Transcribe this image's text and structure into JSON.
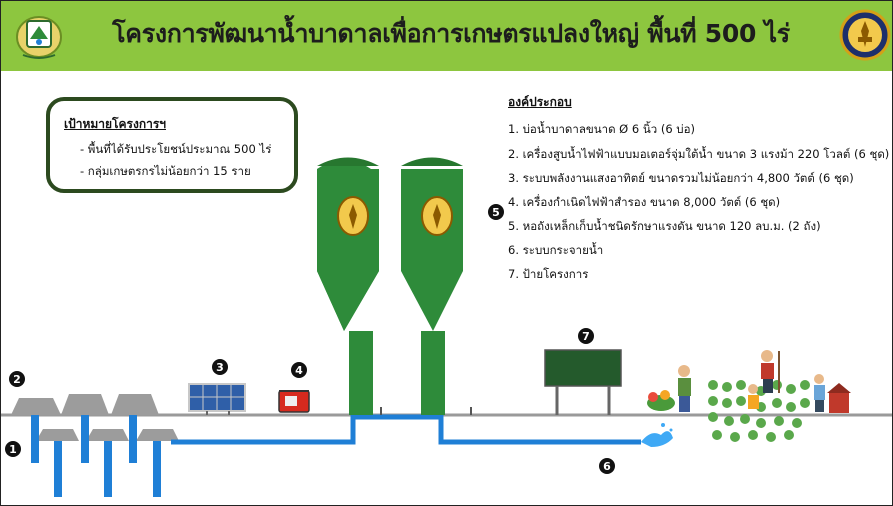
{
  "title": "โครงการพัฒนาน้ำบาดาลเพื่อการเกษตรแปลงใหญ่ พื้นที่ 500 ไร่",
  "goals": {
    "heading": "เป้าหมายโครงการฯ",
    "items": [
      "- พื้นที่ได้รับประโยชน์ประมาณ 500 ไร่",
      "- กลุ่มเกษตรกรไม่น้อยกว่า 15 ราย"
    ]
  },
  "components": {
    "heading": "องค์ประกอบ",
    "items": [
      "1. บ่อน้ำบาดาลขนาด Ø 6 นิ้ว (6 บ่อ)",
      "2. เครื่องสูบน้ำไฟฟ้าแบบมอเตอร์จุ่มใต้น้ำ ขนาด 3 แรงม้า 220 โวลต์ (6 ชุด)",
      "3. ระบบพลังงานแสงอาทิตย์ ขนาดรวมไม่น้อยกว่า 4,800 วัตต์ (6 ชุด)",
      "4. เครื่องกำเนิดไฟฟ้าสำรอง ขนาด 8,000 วัตต์ (6 ชุด)",
      "5. หอถังเหล็กเก็บน้ำชนิดรักษาแรงดัน ขนาด 120 ลบ.ม. (2 ถัง)",
      "6. ระบบกระจายน้ำ",
      "7. ป้ายโครงการ"
    ]
  },
  "markers": [
    "1",
    "2",
    "3",
    "4",
    "5",
    "6",
    "7"
  ],
  "colors": {
    "banner": "#8dc63f",
    "tank": "#2e8b3a",
    "pipe": "#1f7fd6",
    "goal_border": "#2c4a1f"
  }
}
